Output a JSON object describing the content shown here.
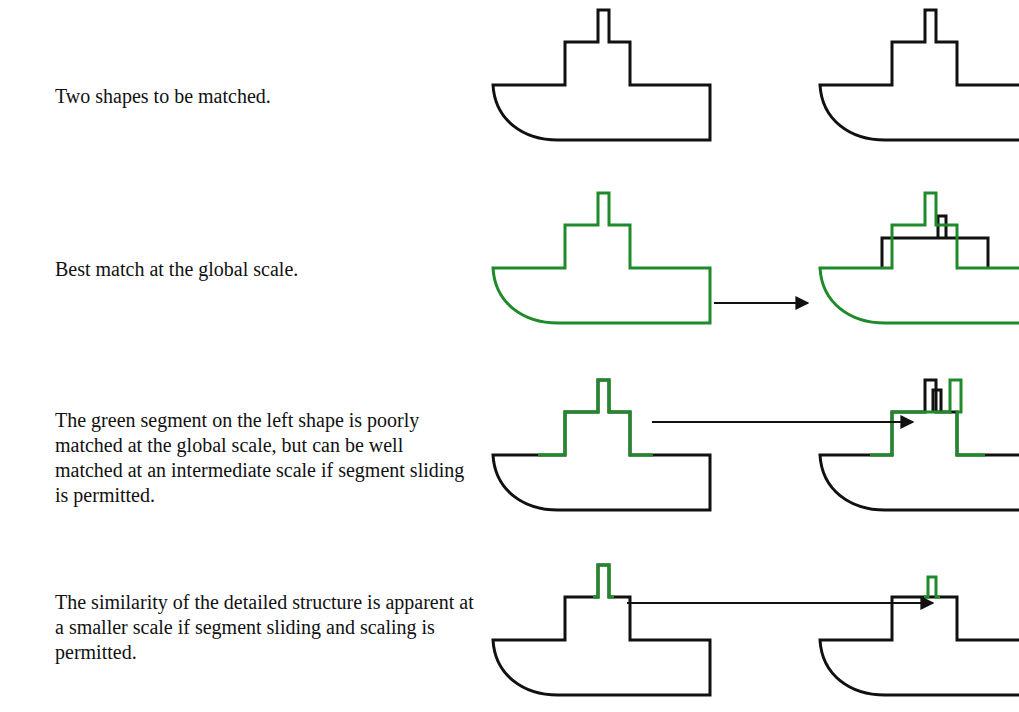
{
  "diagram": {
    "labels": [
      "Two shapes to be matched.",
      "Best match at the global scale.",
      "The green segment on the left shape is poorly matched at the global scale, but can be well matched at an intermediate scale if segment sliding is permitted.",
      "The similarity of the detailed structure is apparent at a smaller scale if segment sliding and scaling is permitted."
    ]
  }
}
